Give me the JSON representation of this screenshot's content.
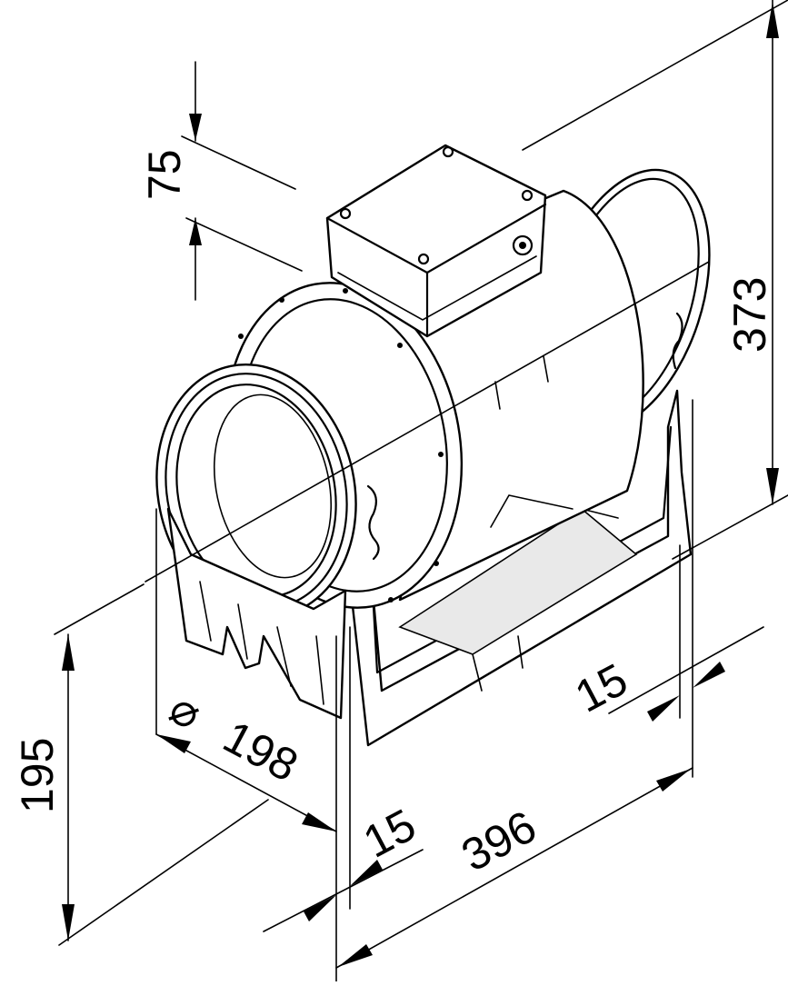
{
  "dimensions": {
    "box_height": "75",
    "overall_height": "373",
    "axis_height": "195",
    "duct_diameter_symbol": "⌀",
    "duct_diameter": "198",
    "spigot_front": "15",
    "spigot_rear": "15",
    "overall_length": "396"
  }
}
